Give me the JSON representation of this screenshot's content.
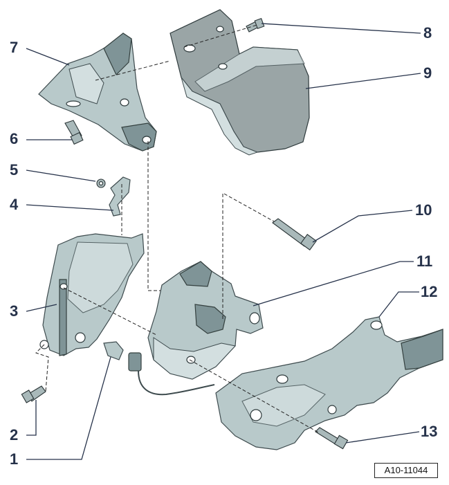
{
  "callouts": [
    {
      "id": "1",
      "label": "1"
    },
    {
      "id": "2",
      "label": "2"
    },
    {
      "id": "3",
      "label": "3"
    },
    {
      "id": "4",
      "label": "4"
    },
    {
      "id": "5",
      "label": "5"
    },
    {
      "id": "6",
      "label": "6"
    },
    {
      "id": "7",
      "label": "7"
    },
    {
      "id": "8",
      "label": "8"
    },
    {
      "id": "9",
      "label": "9"
    },
    {
      "id": "10",
      "label": "10"
    },
    {
      "id": "11",
      "label": "11"
    },
    {
      "id": "12",
      "label": "12"
    },
    {
      "id": "13",
      "label": "13"
    }
  ],
  "reference_code": "A10-11044"
}
